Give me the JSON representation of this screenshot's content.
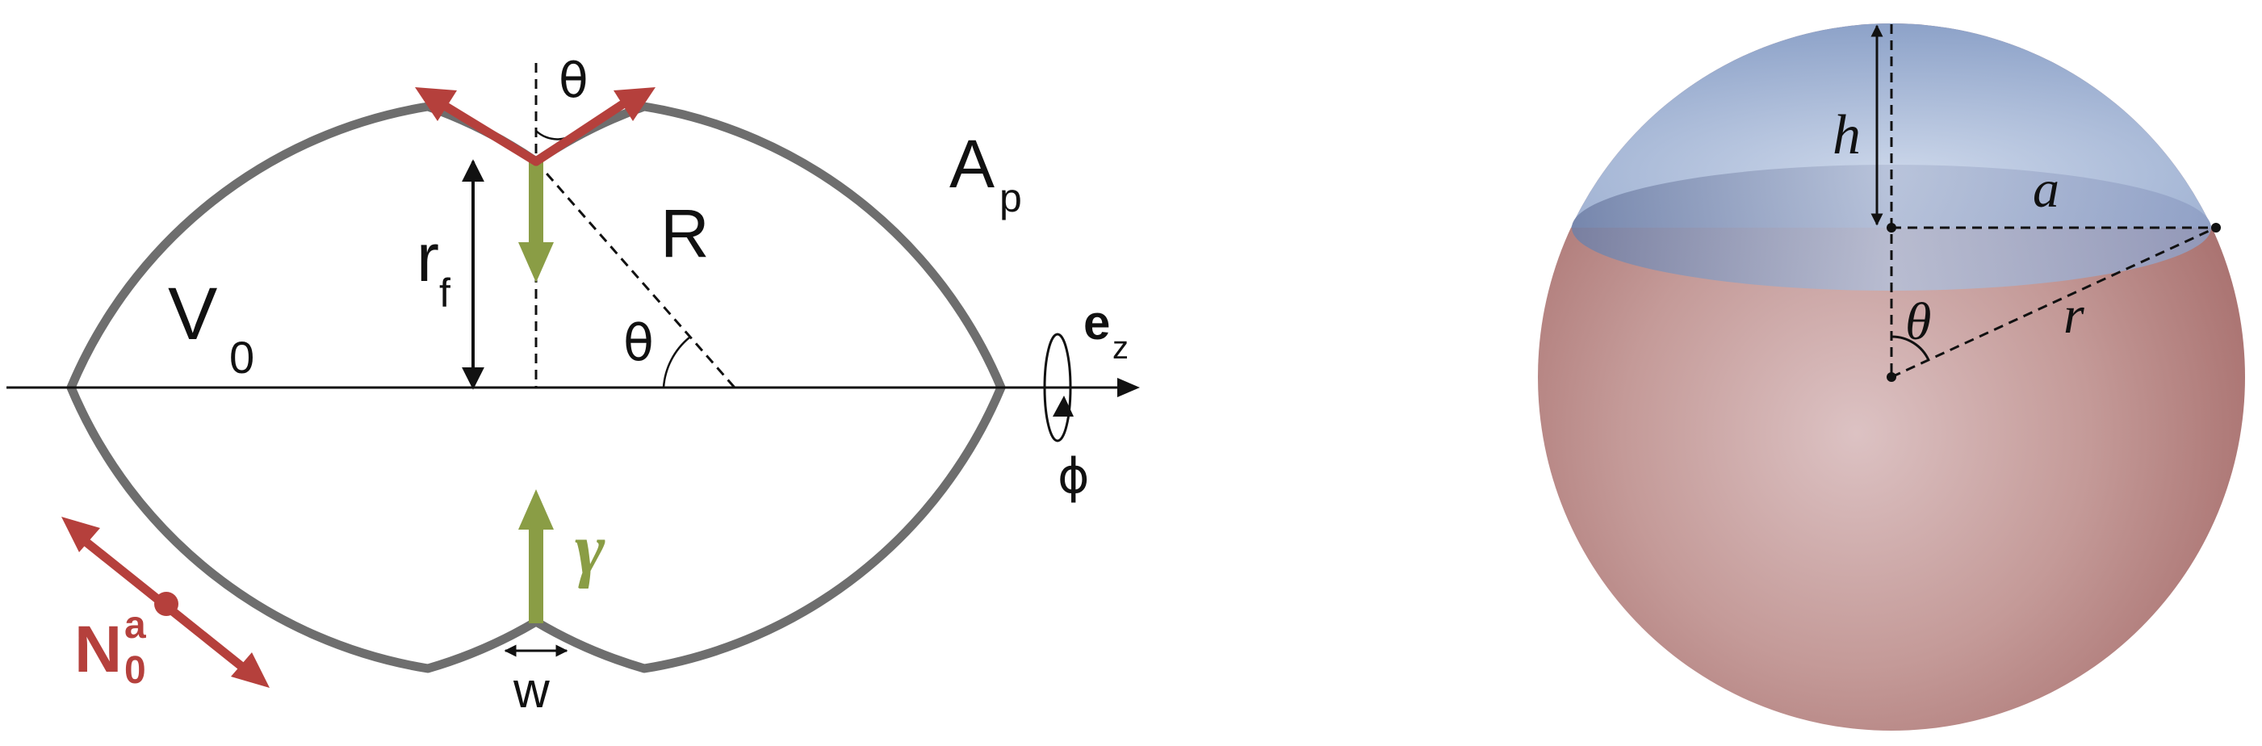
{
  "colors": {
    "membrane": "#6e6e6e",
    "red_arrow": "#b5403c",
    "green_arrow": "#8a9d45",
    "black": "#111111",
    "cap_blue": "#a9b9d6",
    "sphere_red": "#c99a98"
  },
  "left_diagram": {
    "labels": {
      "theta_top": "θ",
      "theta_axis": "θ",
      "R": "R",
      "A": "A",
      "A_sub": "p",
      "r": "r",
      "r_sub": "f",
      "V": "V",
      "V_sub": "0",
      "ez": "e",
      "ez_sub": "z",
      "phi": "ϕ",
      "gamma": "γ",
      "N": "N",
      "N_sup": "a",
      "N_sub": "0",
      "w": "w"
    }
  },
  "right_diagram": {
    "labels": {
      "h": "h",
      "a": "a",
      "theta": "θ",
      "r": "r"
    }
  }
}
